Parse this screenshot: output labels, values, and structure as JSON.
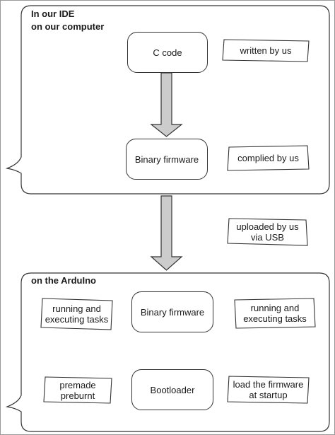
{
  "panels": {
    "top": {
      "title": "In our IDE\non our computer"
    },
    "bottom": {
      "title": "on the ArduIno"
    }
  },
  "nodes": {
    "c_code": "C code",
    "binary_top": "Binary firmware",
    "binary_bottom": "Binary firmware",
    "bootloader": "Bootloader"
  },
  "notes": {
    "written": "written by us",
    "compiled": "complied by us",
    "uploaded": "uploaded by us\nvia USB",
    "running_left": "running and\nexecuting tasks",
    "running_right": "running and\nexecuting tasks",
    "premade": "premade\npreburnt",
    "load": "load the firmware\nat startup"
  },
  "colors": {
    "arrow_fill": "#cccccc",
    "stroke": "#333333"
  }
}
